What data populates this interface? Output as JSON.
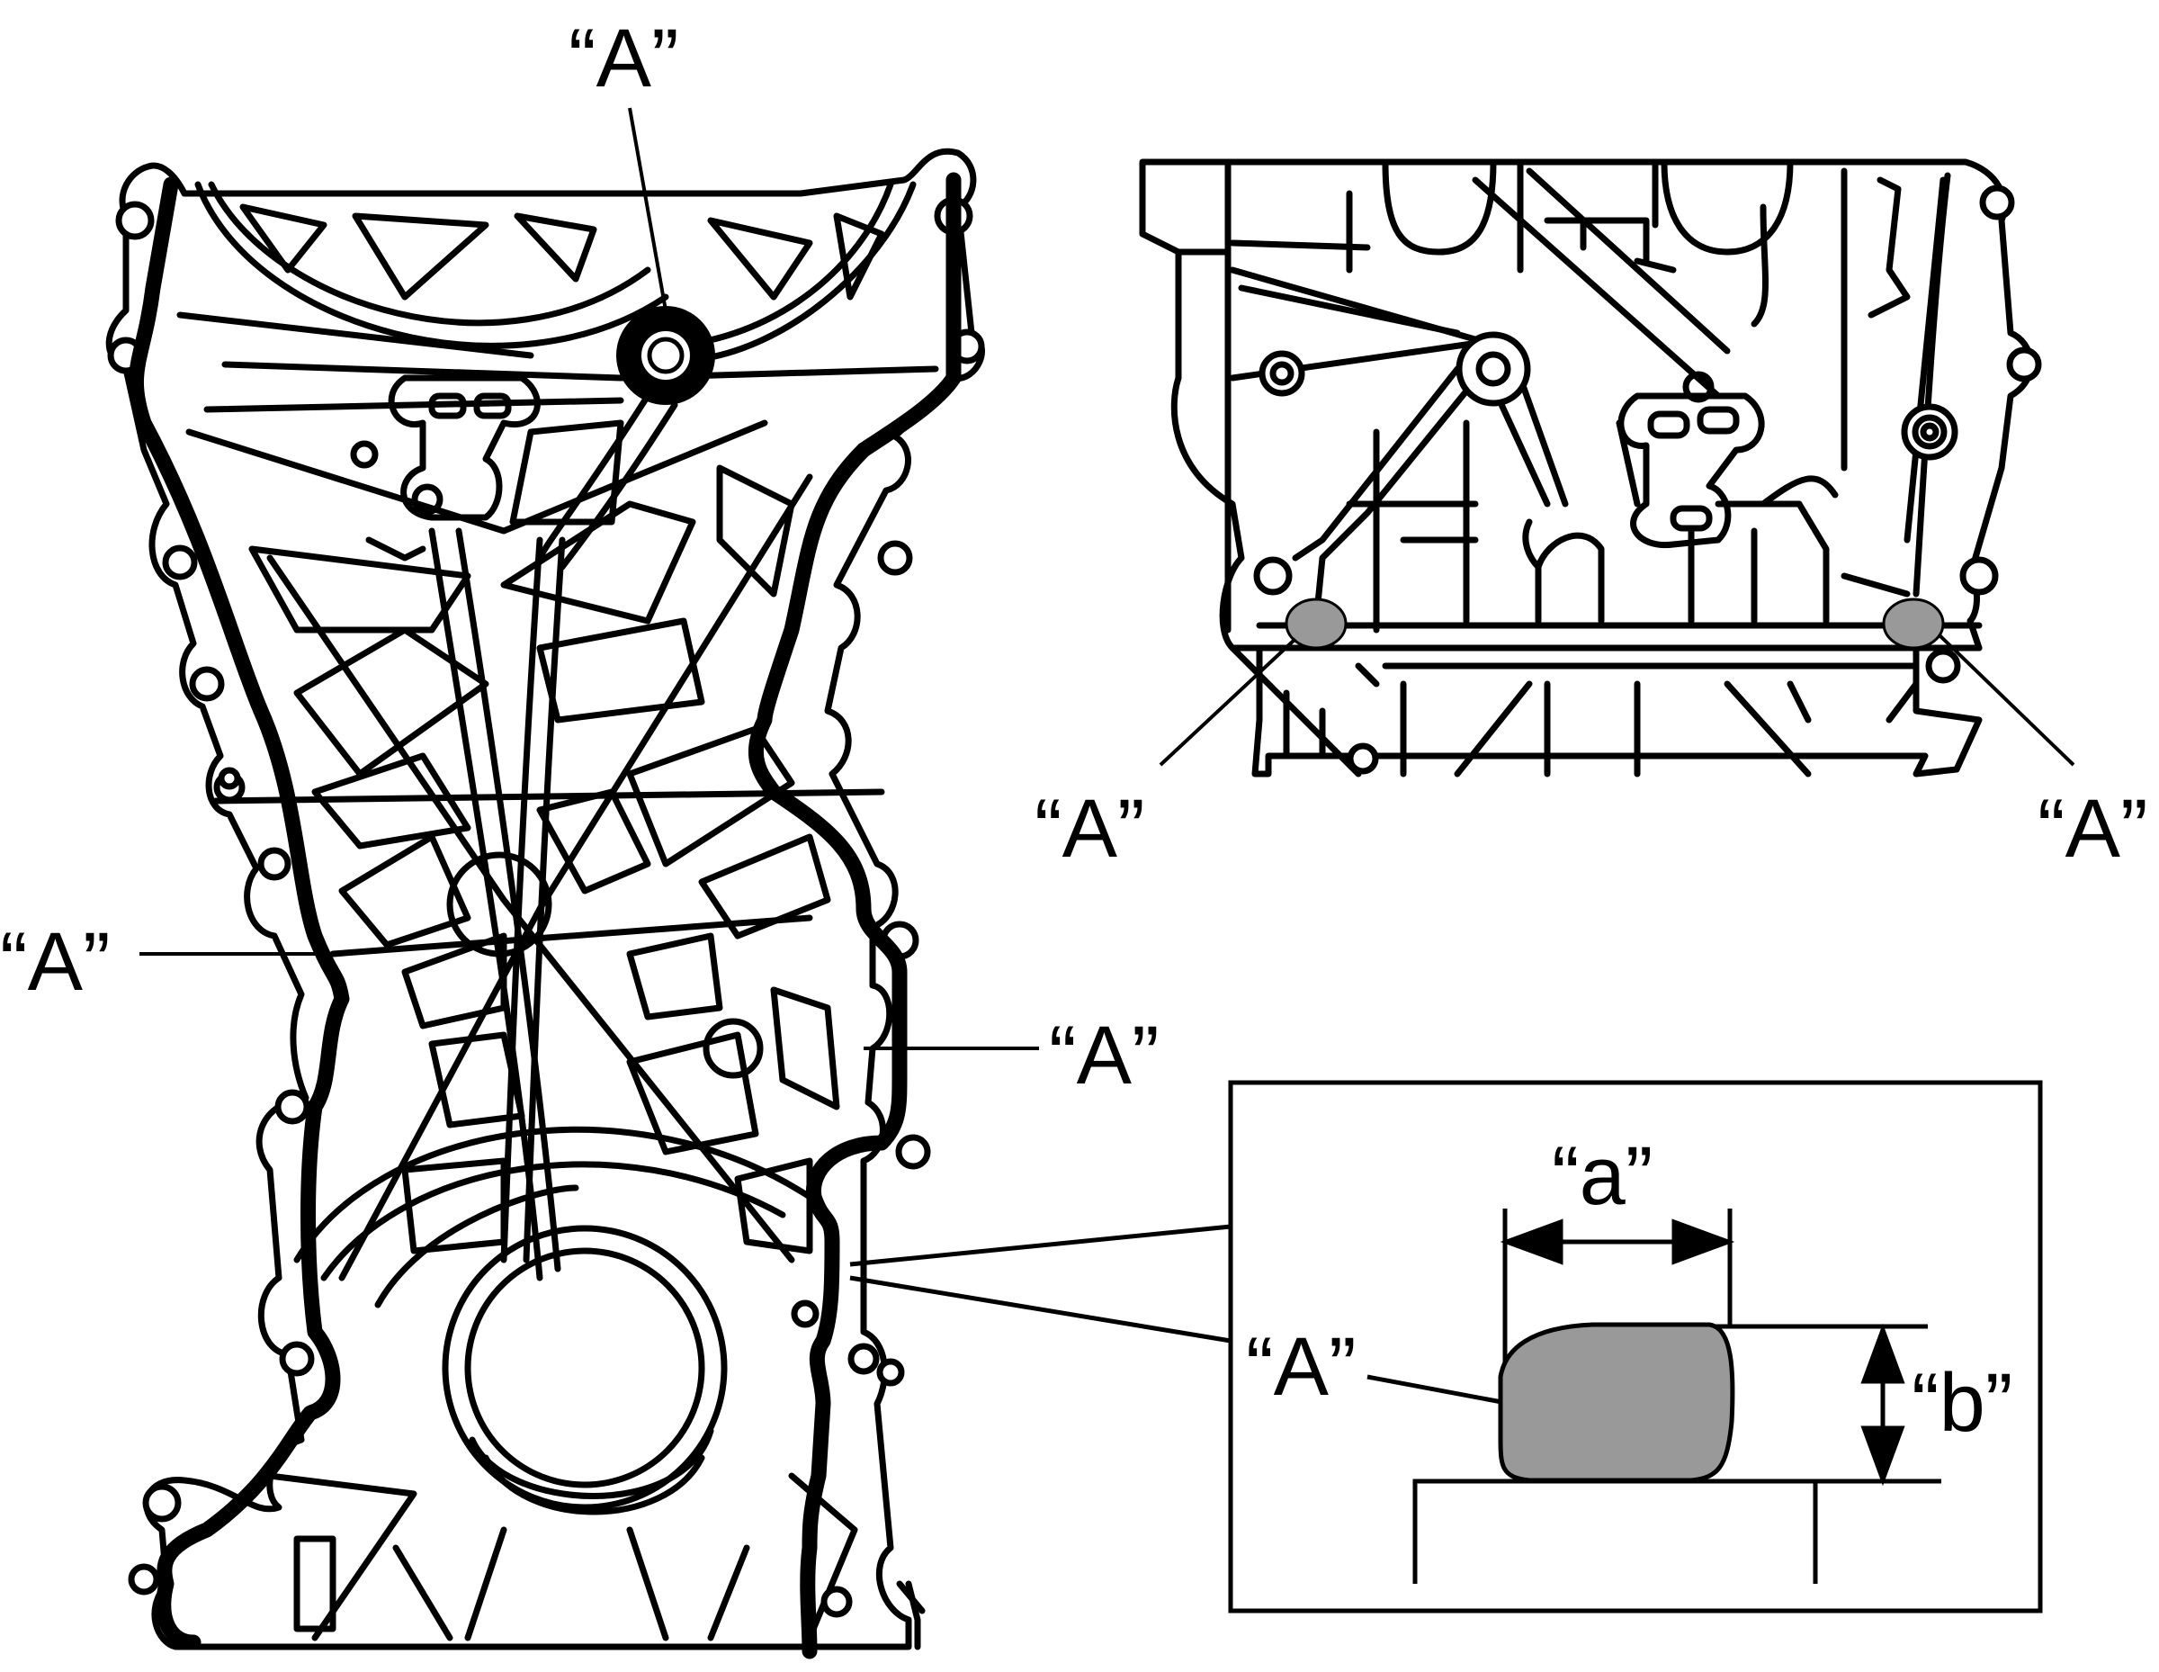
{
  "labels": {
    "cover_top": "“A”",
    "cover_left": "“A”",
    "cover_right": "“A”",
    "block_left": "“A”",
    "block_right": "“A”",
    "detail_sealant": "“A”",
    "detail_width": "“a”",
    "detail_height": "“b”"
  },
  "colors": {
    "line": "#000000",
    "sealant_fill": "#999999",
    "background": "#ffffff"
  }
}
